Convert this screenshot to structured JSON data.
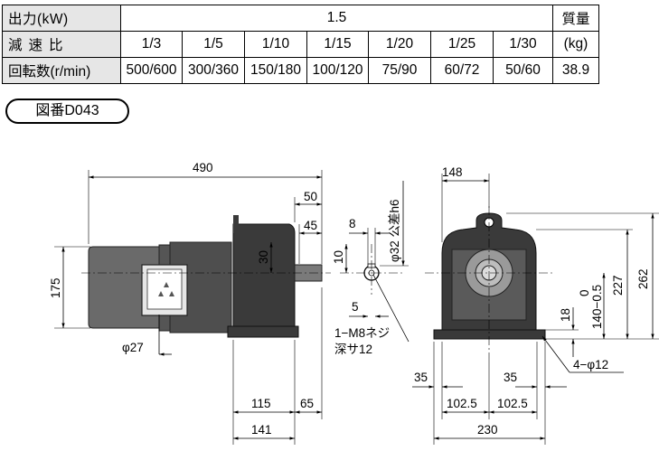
{
  "spec_table": {
    "row_output": {
      "label": "出力(kW)",
      "value": "1.5",
      "mass_header": "質量"
    },
    "row_ratio": {
      "label": "減速比",
      "values": [
        "1/3",
        "1/5",
        "1/10",
        "1/15",
        "1/20",
        "1/25",
        "1/30"
      ],
      "mass_unit": "(kg)"
    },
    "row_speed": {
      "label": "回転数(r/min)",
      "values": [
        "500/600",
        "300/360",
        "150/180",
        "100/120",
        "75/90",
        "60/72",
        "50/60"
      ],
      "mass_value": "38.9"
    }
  },
  "drawing_number": "図番D043",
  "dimensions": {
    "overall_length": "490",
    "d50": "50",
    "d45": "45",
    "d30": "30",
    "d175": "175",
    "phi27": "φ27",
    "d115": "115",
    "d65": "65",
    "d141": "141",
    "key_width": "8",
    "key_height": "10",
    "key_depth": "5",
    "shaft_dia": "φ32 公差h6",
    "tap_note_1": "1−M8ネジ",
    "tap_note_2": "深サ12",
    "width_148": "148",
    "height_227": "227",
    "height_262": "262",
    "tol_upper": "0",
    "tol_lower": "140−0.5",
    "foot_18": "18",
    "d35_left": "35",
    "d35_right": "35",
    "d102_left": "102.5",
    "d102_right": "102.5",
    "width_230": "230",
    "holes": "4−φ12"
  },
  "colors": {
    "body": "#3a3a3a",
    "motor": "#6a6a6a",
    "header_bg": "#e6e6e6"
  }
}
